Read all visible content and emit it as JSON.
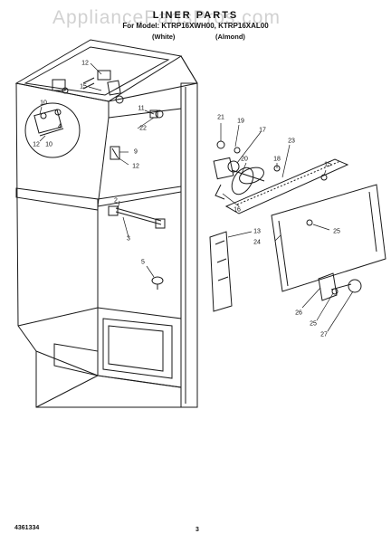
{
  "watermark": "AppliancePartsPros.com",
  "header": {
    "title": "LINER PARTS",
    "model_line": "For Model: KTRP16XWH00, KTRP16XAL00",
    "color_white": "(White)",
    "color_almond": "(Almond)"
  },
  "callouts": {
    "c12a": "12",
    "c15a": "15",
    "c10a": "10",
    "c4": "4",
    "c12b": "12",
    "c10b": "10",
    "c11": "11",
    "c22": "22",
    "c9": "9",
    "c12c": "12",
    "c2": "2",
    "c3": "3",
    "c5": "5",
    "c21": "21",
    "c19": "19",
    "c17": "17",
    "c20": "20",
    "c23": "23",
    "c18": "18",
    "c15b": "15",
    "c16": "16",
    "c25a": "25",
    "c13": "13",
    "c24": "24",
    "c26": "26",
    "c25b": "25",
    "c27": "27"
  },
  "footer": {
    "part_number": "4361334",
    "page": "3"
  }
}
